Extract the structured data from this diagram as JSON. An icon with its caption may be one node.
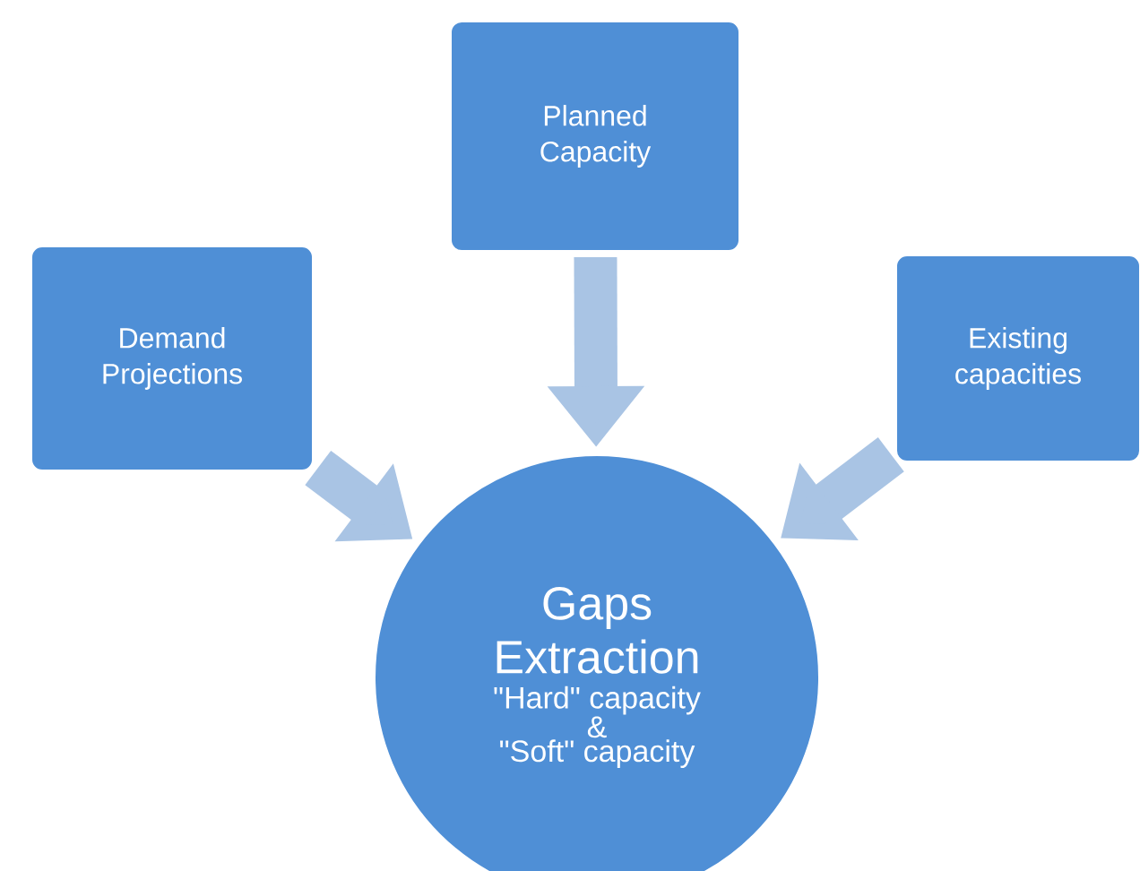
{
  "diagram": {
    "nodes": [
      {
        "text": [
          "Demand Projections"
        ]
      },
      {
        "text": [
          "Planned Capacity"
        ]
      },
      {
        "text": [
          "Existing capacities"
        ]
      },
      {
        "text": [
          "Gaps Extraction",
          "\"Hard\" capacity",
          "&",
          "\"Soft\" capacity"
        ]
      }
    ],
    "edges": [
      {
        "from": 0,
        "to": 3,
        "arrow": "to"
      },
      {
        "from": 1,
        "to": 3,
        "arrow": "to"
      },
      {
        "from": 2,
        "to": 3,
        "arrow": "to"
      }
    ]
  }
}
